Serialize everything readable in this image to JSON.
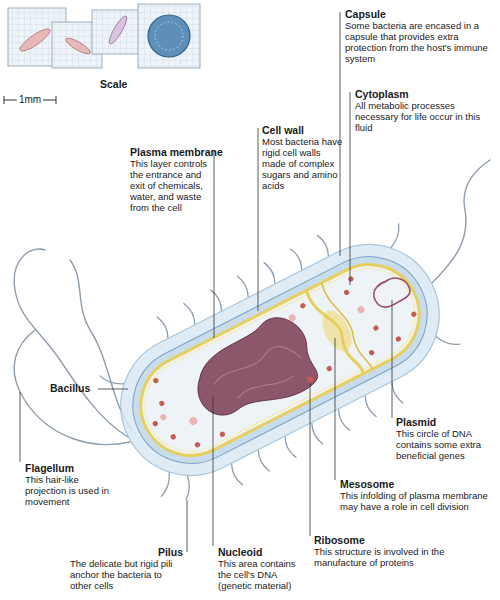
{
  "diagram": {
    "labels": [
      "Capsule",
      "Some bacteria are encased in a capsule that provides extra protection from the host's immune system",
      "Scale",
      "1mm",
      "Cytoplasm",
      "All metabolic processes necessary for life occur in this fluid",
      "Cell wall",
      "Most bacteria have rigid cell walls made of complex sugars and amino acids",
      "Plasma membrane",
      "This layer controls the entrance and exit of chemicals, water, and waste from the cell",
      "Bacillus",
      "Plasmid",
      "This circle of DNA contains some extra beneficial genes",
      "Flagellum",
      "This hair-like projection is used in movement",
      "Mesosome",
      "This infolding of plasma membrane may have a role in cell division",
      "Ribosome",
      "This structure is involved in the manufacture of proteins",
      "Pilus",
      "The delicate but rigid pili anchor the bacteria to other cells",
      "Nucleoid",
      "This area contains the cell's DNA (genetic material)"
    ]
  }
}
